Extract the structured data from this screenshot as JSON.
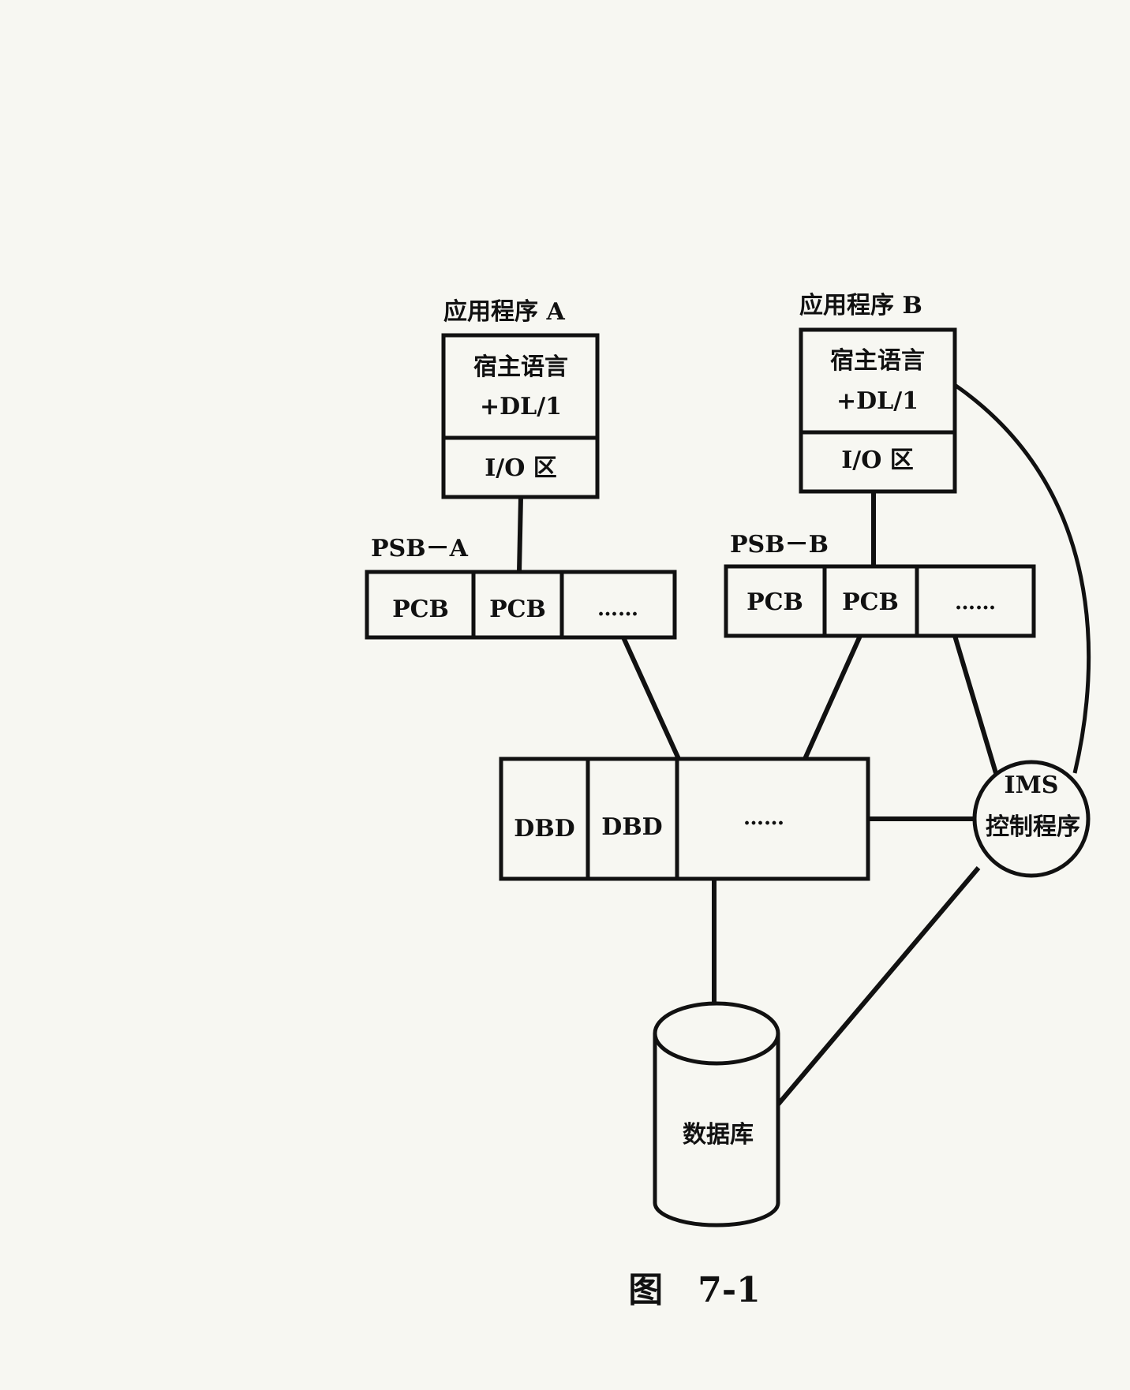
{
  "app_a": {
    "title": "应用程序 A",
    "line1": "宿主语言",
    "line2": "+DL/1",
    "io": "I/O 区"
  },
  "app_b": {
    "title": "应用程序 B",
    "line1": "宿主语言",
    "line2": "+DL/1",
    "io": "I/O 区"
  },
  "psb_a": {
    "label": "PSB－A",
    "cells": [
      "PCB",
      "PCB",
      "……"
    ]
  },
  "psb_b": {
    "label": "PSB－B",
    "cells": [
      "PCB",
      "PCB",
      "……"
    ]
  },
  "dbd": {
    "cells": [
      "DBD",
      "DBD",
      "……"
    ]
  },
  "ims": {
    "line1": "IMS",
    "line2": "控制程序"
  },
  "database": {
    "label": "数据库"
  },
  "caption": "图　7-1"
}
